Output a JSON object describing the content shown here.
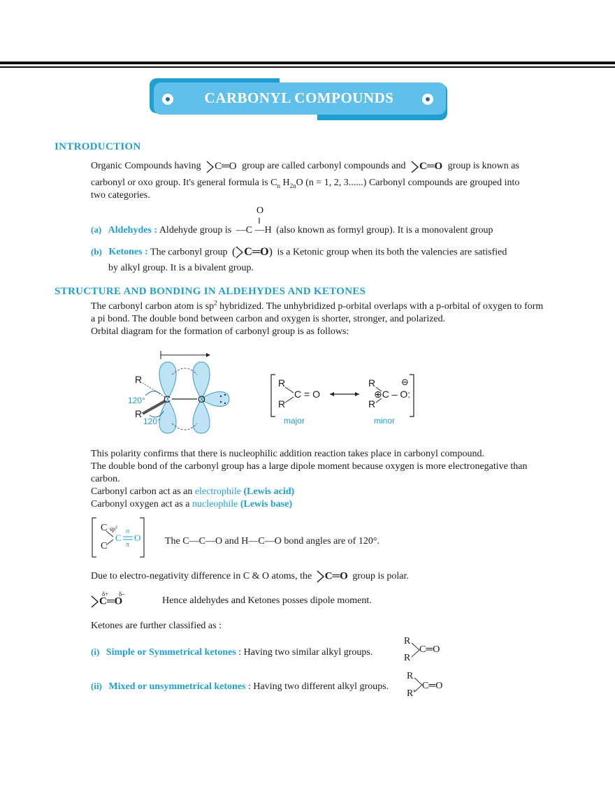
{
  "banner": {
    "title": "CARBONYL COMPOUNDS"
  },
  "intro": {
    "heading": "INTRODUCTION",
    "line1_a": "Organic Compounds having",
    "line1_b": "group are called carbonyl compounds and",
    "line1_c": "group is known as",
    "line2_a": "carbonyl or oxo group. It's general formula is C",
    "line2_n": "n",
    "line2_h": " H",
    "line2_2n": "2n",
    "line2_b": "O (n = 1, 2, 3......) Carbonyl compounds are grouped into",
    "line3": "two  categories.",
    "group_symbol": "C═O"
  },
  "aldehydes": {
    "label": "(a)",
    "title": "Aldehydes :",
    "text_a": "Aldehyde group is",
    "formula_top": "O",
    "formula_bond": "‖",
    "formula_main": "—C —H",
    "text_b": "(also known as formyl group). It is a monovalent group"
  },
  "ketones": {
    "label": "(b)",
    "title": "Ketones :",
    "text_a": "The carbonyl group",
    "text_b": "is a Ketonic group when its both the valencies are satisfied",
    "text_c": "by alkyl group. It is a bivalent group."
  },
  "structure": {
    "heading": "STRUCTURE AND BONDING IN ALDEHYDES AND KETONES",
    "line1_a": "The carbonyl carbon atom is sp",
    "line1_sup": "2",
    "line1_b": " hybridized. The unhybridized p-orbital overlaps with a p-orbital of oxygen to form",
    "line2": "a pi bond. The double bond between carbon and oxygen is shorter, stronger, and polarized.",
    "line3": "Orbital diagram for the formation of carbonyl group is as follows:"
  },
  "orbital_diagram": {
    "r_top": "R",
    "r_bottom": "R",
    "angle_top": "120°",
    "angle_bottom": "120°",
    "carbon": "C",
    "oxygen": "O"
  },
  "resonance": {
    "major_label": "major",
    "minor_label": "minor",
    "r1": "R",
    "r2": "R",
    "major_core": "C = O",
    "minor_core": "⊕C – O:",
    "minus": "⊖",
    "dots": "¨"
  },
  "polarity": {
    "line1": "This polarity confirms that there is nucleophilic addition reaction takes place in carbonyl compound.",
    "line2": "The double bond of the carbonyl group has a large dipole moment because oxygen is more electronegative than",
    "line3": "carbon.",
    "line4_a": "Carbonyl carbon act as an",
    "line4_b": "electrophile",
    "line4_c": "(Lewis acid)",
    "line5_a": "Carbonyl oxygen act as a",
    "line5_b": "nucleophile",
    "line5_c": "(Lewis base)"
  },
  "bond_box": {
    "c_top": "C",
    "c_bottom": "C",
    "sp2": "sp",
    "sp2_sup": "2",
    "sigma": "σ",
    "pi": "π",
    "c_mid": "C",
    "o": "O",
    "text": "The C—C—O and H—C—O bond angles are of 120°."
  },
  "electroneg": {
    "text_a": "Due to electro-negativity difference in C & O atoms, the",
    "text_b": "group is polar.",
    "delta_plus": "δ+",
    "delta_minus": "δ–",
    "dipole_text": "Hence aldehydes and Ketones posses dipole moment."
  },
  "classification": {
    "intro": "Ketones are further classified as :",
    "simple_label": "(i)",
    "simple_title": "Simple or Symmetrical ketones",
    "simple_text": ": Having two similar alkyl groups.",
    "simple_r1": "R",
    "simple_r2": "R",
    "simple_co": "C═O",
    "mixed_label": "(ii)",
    "mixed_title": "Mixed or unsymmetrical ketones",
    "mixed_text": ": Having two different alkyl groups.",
    "mixed_r1": "R",
    "mixed_r2": "R'",
    "mixed_co": "C═O"
  }
}
